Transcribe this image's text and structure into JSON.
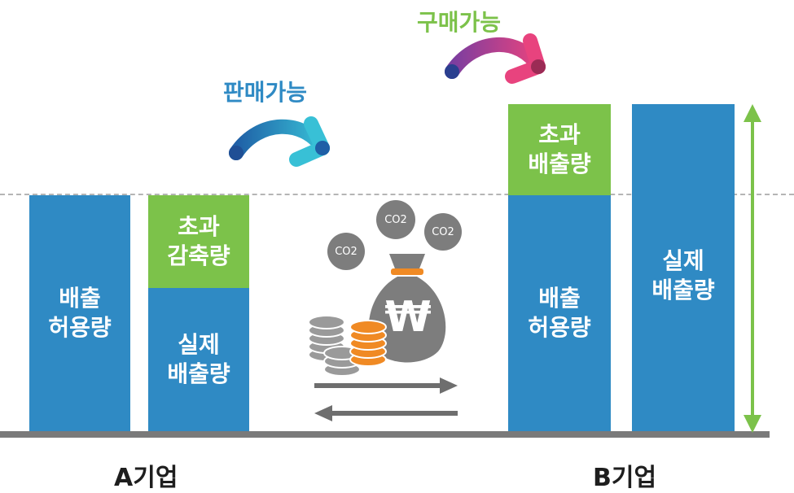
{
  "sell_label": "판매가능",
  "buy_label": "구매가능",
  "co2_label": "CO2",
  "money_symbol": "₩",
  "company_a": {
    "name": "A기업",
    "allowance_label": "배출\n허용량",
    "reduction_label": "초과\n감축량",
    "actual_label": "실제\n배출량"
  },
  "company_b": {
    "name": "B기업",
    "excess_label": "초과\n배출량",
    "allowance_label": "배출\n허용량",
    "actual_label": "실제\n배출량"
  },
  "colors": {
    "blue": "#2f8ac4",
    "green": "#7cc24a",
    "sell_text": "#2f8ac4",
    "buy_text": "#7cc24a",
    "ground": "#7a7a7a"
  }
}
